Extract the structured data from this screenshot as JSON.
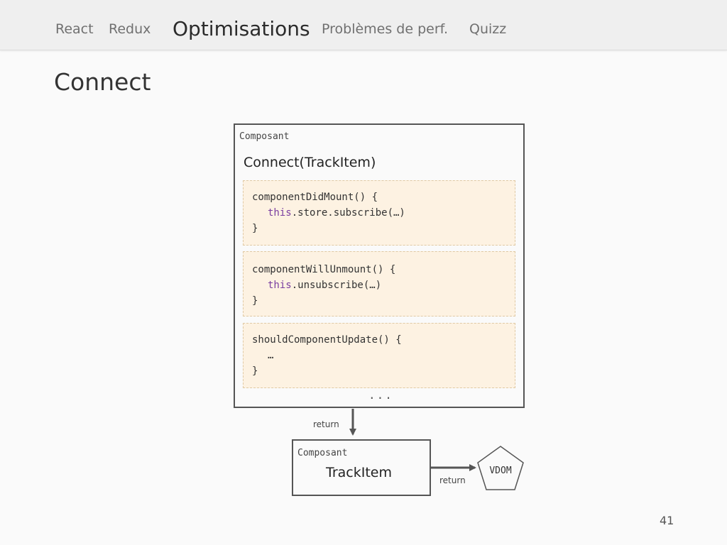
{
  "nav": {
    "items": [
      {
        "label": "React"
      },
      {
        "label": "Redux"
      },
      {
        "label": "Optimisations"
      },
      {
        "label": "Problèmes de perf."
      },
      {
        "label": "Quizz"
      }
    ],
    "active_index": 2
  },
  "slide": {
    "title": "Connect",
    "page_number": "41"
  },
  "diagram": {
    "outer": {
      "type_label": "Composant",
      "name": "Connect(TrackItem)",
      "methods": [
        {
          "line1": "componentDidMount() {",
          "keyword": "this",
          "rest": ".store.subscribe(…)",
          "close": "}"
        },
        {
          "line1": "componentWillUnmount() {",
          "keyword": "this",
          "rest": ".unsubscribe(…)",
          "close": "}"
        },
        {
          "line1": "shouldComponentUpdate() {",
          "keyword": "",
          "rest": "…",
          "close": "}"
        }
      ],
      "more": "..."
    },
    "return_label_1": "return",
    "inner": {
      "type_label": "Composant",
      "name": "TrackItem"
    },
    "return_label_2": "return",
    "vdom_label": "VDOM"
  },
  "colors": {
    "method_bg": "#fdf2e2",
    "keyword": "#7a3ea0",
    "stroke": "#555555"
  }
}
